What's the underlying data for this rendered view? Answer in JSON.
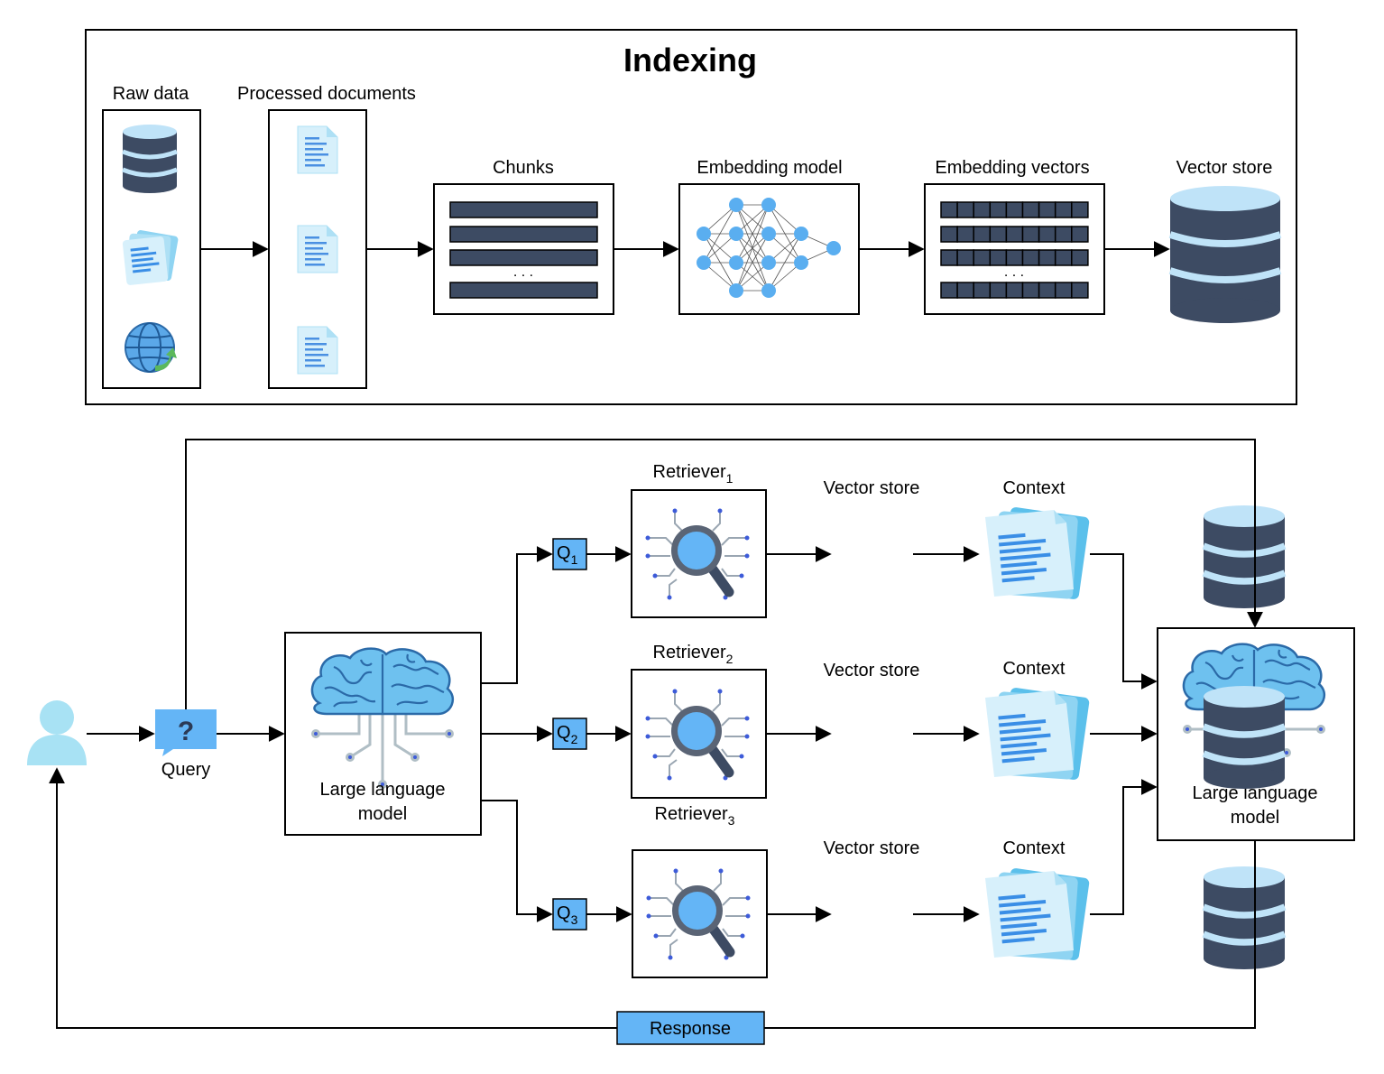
{
  "indexing": {
    "title": "Indexing",
    "raw_data_label": "Raw data",
    "processed_label": "Processed documents",
    "chunks_label": "Chunks",
    "embedding_model_label": "Embedding model",
    "embedding_vectors_label": "Embedding vectors",
    "vector_store_label": "Vector store",
    "ellipsis": ". . ."
  },
  "retrieval": {
    "query_label": "Query",
    "llm_left_line1": "Large language",
    "llm_left_line2": "model",
    "llm_right_line1": "Large language",
    "llm_right_line2": "model",
    "response_label": "Response",
    "branches": [
      {
        "q": "Q",
        "q_sub": "1",
        "retriever": "Retriever",
        "retriever_sub": "1",
        "store": "Vector store",
        "context": "Context"
      },
      {
        "q": "Q",
        "q_sub": "2",
        "retriever": "Retriever",
        "retriever_sub": "2",
        "store": "Vector store",
        "context": "Context"
      },
      {
        "q": "Q",
        "q_sub": "3",
        "retriever": "Retriever",
        "retriever_sub": "3",
        "store": "Vector store",
        "context": "Context"
      }
    ]
  },
  "icons": [
    "database-icon",
    "documents-icon",
    "globe-icon",
    "document-icon",
    "neural-network-icon",
    "vector-store-icon",
    "user-icon",
    "question-bubble-icon",
    "brain-icon",
    "magnifier-chip-icon",
    "context-documents-icon"
  ],
  "colors": {
    "db_dark": "#3d4b63",
    "db_light": "#bfe3f8",
    "accent_blue": "#64b5f6",
    "box_blue": "#64b5f6",
    "doc_light": "#d7f0fb"
  }
}
